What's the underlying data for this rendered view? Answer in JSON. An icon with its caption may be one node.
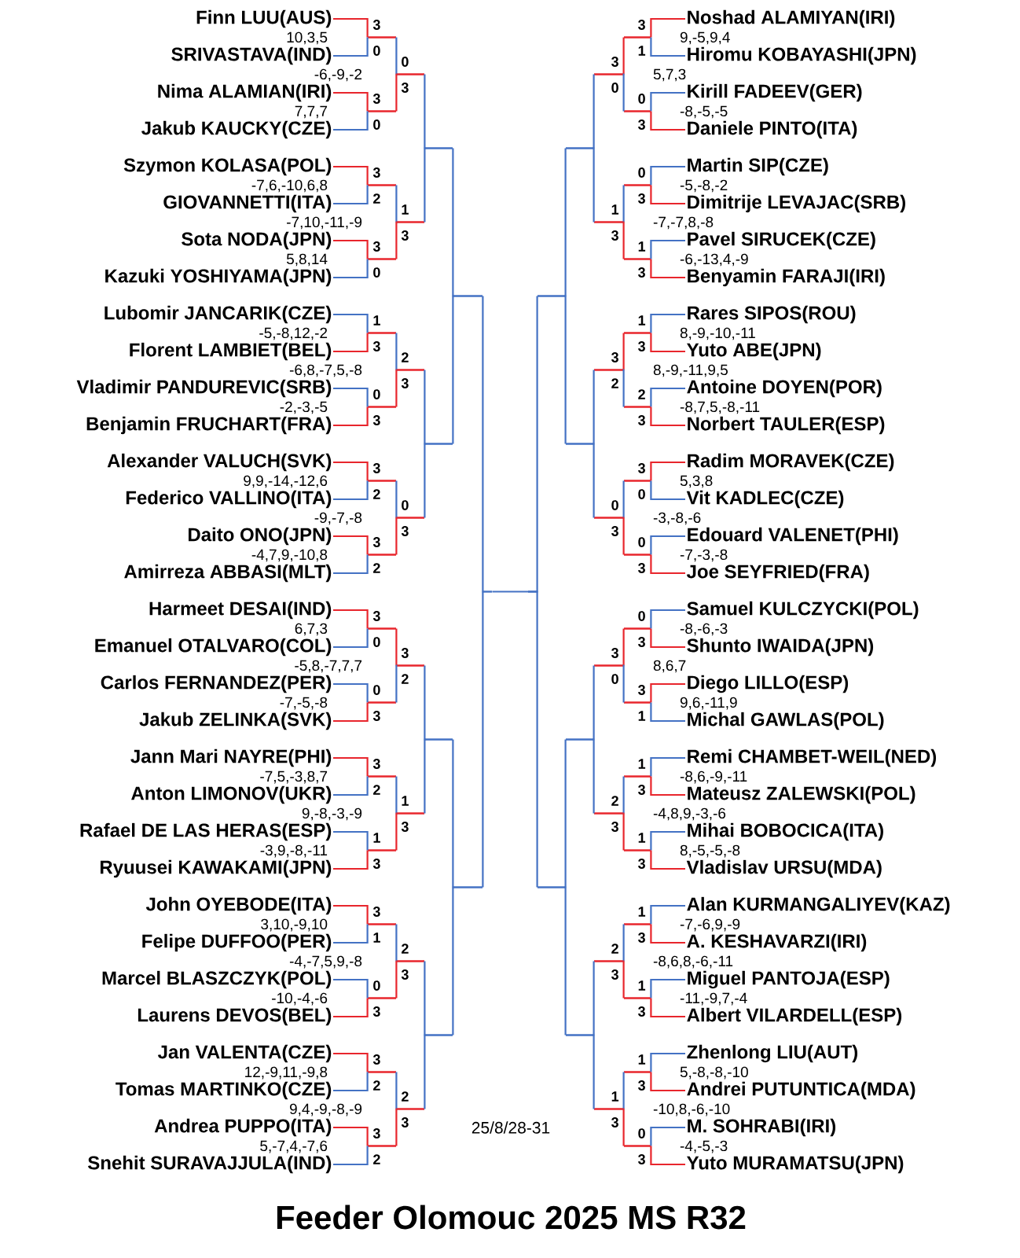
{
  "diagram": {
    "title": "Feeder Olomouc 2025 MS R32",
    "nodes": [
      {
        "text": [
          "Finn LUU(AUS)"
        ]
      },
      {
        "text": [
          "SRIVASTAVA(IND)"
        ]
      },
      {
        "text": [
          "Nima ALAMIAN(IRI)"
        ]
      },
      {
        "text": [
          "Jakub KAUCKY(CZE)"
        ]
      },
      {
        "text": [
          "Szymon KOLASA(POL)"
        ]
      },
      {
        "text": [
          "GIOVANNETTI(ITA)"
        ]
      },
      {
        "text": [
          "Sota NODA(JPN)"
        ]
      },
      {
        "text": [
          "Kazuki YOSHIYAMA(JPN)"
        ]
      },
      {
        "text": [
          "Lubomir JANCARIK(CZE)"
        ]
      },
      {
        "text": [
          "Florent LAMBIET(BEL)"
        ]
      },
      {
        "text": [
          "Vladimir PANDUREVIC(SRB)"
        ]
      },
      {
        "text": [
          "Benjamin FRUCHART(FRA)"
        ]
      },
      {
        "text": [
          "Alexander VALUCH(SVK)"
        ]
      },
      {
        "text": [
          "Federico VALLINO(ITA)"
        ]
      },
      {
        "text": [
          "Daito ONO(JPN)"
        ]
      },
      {
        "text": [
          "Amirreza ABBASI(MLT)"
        ]
      },
      {
        "text": [
          "Harmeet DESAI(IND)"
        ]
      },
      {
        "text": [
          "Emanuel OTALVARO(COL)"
        ]
      },
      {
        "text": [
          "Carlos FERNANDEZ(PER)"
        ]
      },
      {
        "text": [
          "Jakub ZELINKA(SVK)"
        ]
      },
      {
        "text": [
          "Jann Mari NAYRE(PHI)"
        ]
      },
      {
        "text": [
          "Anton LIMONOV(UKR)"
        ]
      },
      {
        "text": [
          "Rafael DE LAS HERAS(ESP)"
        ]
      },
      {
        "text": [
          "Ryuusei KAWAKAMI(JPN)"
        ]
      },
      {
        "text": [
          "John OYEBODE(ITA)"
        ]
      },
      {
        "text": [
          "Felipe DUFFOO(PER)"
        ]
      },
      {
        "text": [
          "Marcel BLASZCZYK(POL)"
        ]
      },
      {
        "text": [
          "Laurens DEVOS(BEL)"
        ]
      },
      {
        "text": [
          "Jan VALENTA(CZE)"
        ]
      },
      {
        "text": [
          "Tomas MARTINKO(CZE)"
        ]
      },
      {
        "text": [
          "Andrea PUPPO(ITA)"
        ]
      },
      {
        "text": [
          "Snehit SURAVAJJULA(IND)"
        ]
      },
      {
        "text": [
          "Noshad ALAMIYAN(IRI)"
        ]
      },
      {
        "text": [
          "Hiromu KOBAYASHI(JPN)"
        ]
      },
      {
        "text": [
          "Kirill FADEEV(GER)"
        ]
      },
      {
        "text": [
          "Daniele PINTO(ITA)"
        ]
      },
      {
        "text": [
          "Martin SIP(CZE)"
        ]
      },
      {
        "text": [
          "Dimitrije LEVAJAC(SRB)"
        ]
      },
      {
        "text": [
          "Pavel SIRUCEK(CZE)"
        ]
      },
      {
        "text": [
          "Benyamin FARAJI(IRI)"
        ]
      },
      {
        "text": [
          "Rares SIPOS(ROU)"
        ]
      },
      {
        "text": [
          "Yuto ABE(JPN)"
        ]
      },
      {
        "text": [
          "Antoine DOYEN(POR)"
        ]
      },
      {
        "text": [
          "Norbert TAULER(ESP)"
        ]
      },
      {
        "text": [
          "Radim MORAVEK(CZE)"
        ]
      },
      {
        "text": [
          "Vit KADLEC(CZE)"
        ]
      },
      {
        "text": [
          "Edouard VALENET(PHI)"
        ]
      },
      {
        "text": [
          "Joe SEYFRIED(FRA)"
        ]
      },
      {
        "text": [
          "Samuel KULCZYCKI(POL)"
        ]
      },
      {
        "text": [
          "Shunto IWAIDA(JPN)"
        ]
      },
      {
        "text": [
          "Diego LILLO(ESP)"
        ]
      },
      {
        "text": [
          "Michal GAWLAS(POL)"
        ]
      },
      {
        "text": [
          "Remi CHAMBET-WEIL(NED)"
        ]
      },
      {
        "text": [
          "Mateusz ZALEWSKI(POL)"
        ]
      },
      {
        "text": [
          "Mihai BOBOCICA(ITA)"
        ]
      },
      {
        "text": [
          "Vladislav URSU(MDA)"
        ]
      },
      {
        "text": [
          "Alan KURMANGALIYEV(KAZ)"
        ]
      },
      {
        "text": [
          "A. KESHAVARZI(IRI)"
        ]
      },
      {
        "text": [
          "Miguel PANTOJA(ESP)"
        ]
      },
      {
        "text": [
          "Albert VILARDELL(ESP)"
        ]
      },
      {
        "text": [
          "Zhenlong LIU(AUT)"
        ]
      },
      {
        "text": [
          "Andrei PUTUNTICA(MDA)"
        ]
      },
      {
        "text": [
          "M. SOHRABI(IRI)"
        ]
      },
      {
        "text": [
          "Yuto MURAMATSU(JPN)"
        ]
      },
      {
        "text": [],
        "shape": "bar"
      },
      {
        "text": [],
        "shape": "bar"
      },
      {
        "text": [],
        "shape": "bar"
      },
      {
        "text": [],
        "shape": "bar"
      },
      {
        "text": [],
        "shape": "bar"
      },
      {
        "text": [],
        "shape": "bar"
      },
      {
        "text": [],
        "shape": "bar"
      },
      {
        "text": [],
        "shape": "bar"
      },
      {
        "text": [],
        "shape": "bar"
      },
      {
        "text": [],
        "shape": "bar"
      },
      {
        "text": [],
        "shape": "bar"
      },
      {
        "text": [],
        "shape": "bar"
      },
      {
        "text": [],
        "shape": "bar"
      },
      {
        "text": [],
        "shape": "bar"
      },
      {
        "text": [],
        "shape": "bar"
      },
      {
        "text": [],
        "shape": "bar"
      },
      {
        "text": [],
        "shape": "bar"
      },
      {
        "text": [],
        "shape": "bar"
      },
      {
        "text": [],
        "shape": "bar"
      },
      {
        "text": [],
        "shape": "bar"
      },
      {
        "text": [],
        "shape": "bar"
      },
      {
        "text": [],
        "shape": "bar"
      },
      {
        "text": [],
        "shape": "bar"
      },
      {
        "text": [],
        "shape": "bar"
      },
      {
        "text": [],
        "shape": "bar"
      },
      {
        "text": [],
        "shape": "bar"
      },
      {
        "text": [],
        "shape": "bar"
      },
      {
        "text": [],
        "shape": "bar"
      },
      {
        "text": [],
        "shape": "bar"
      },
      {
        "text": [],
        "shape": "bar"
      },
      {
        "text": [],
        "shape": "bar"
      },
      {
        "text": [],
        "shape": "bar"
      },
      {
        "text": [],
        "shape": "bar"
      },
      {
        "text": [],
        "shape": "bar"
      },
      {
        "text": [],
        "shape": "bar"
      },
      {
        "text": [],
        "shape": "bar"
      },
      {
        "text": [],
        "shape": "bar"
      },
      {
        "text": [],
        "shape": "bar"
      },
      {
        "text": [],
        "shape": "bar"
      },
      {
        "text": [],
        "shape": "bar"
      },
      {
        "text": [],
        "shape": "bar"
      },
      {
        "text": [],
        "shape": "bar"
      },
      {
        "text": [],
        "shape": "bar"
      },
      {
        "text": [],
        "shape": "bar"
      },
      {
        "text": [],
        "shape": "bar"
      },
      {
        "text": [],
        "shape": "bar"
      },
      {
        "text": [],
        "shape": "bar"
      },
      {
        "text": [],
        "shape": "bar"
      },
      {
        "text": [],
        "shape": "bar"
      },
      {
        "text": [],
        "shape": "bar"
      },
      {
        "text": [],
        "shape": "bar"
      },
      {
        "text": [],
        "shape": "bar"
      },
      {
        "text": [],
        "shape": "bar"
      },
      {
        "text": [],
        "shape": "bar"
      },
      {
        "text": [],
        "shape": "bar"
      },
      {
        "text": [],
        "shape": "bar"
      },
      {
        "text": [],
        "shape": "bar"
      },
      {
        "text": [],
        "shape": "bar"
      },
      {
        "text": [],
        "shape": "bar"
      },
      {
        "text": [],
        "shape": "bar"
      },
      {
        "text": [],
        "shape": "bar"
      },
      {
        "text": [],
        "shape": "bar"
      }
    ],
    "edges": [
      {
        "from": 0,
        "to": 64,
        "arrow": "none",
        "label": "3",
        "color": "#e8262d"
      },
      {
        "from": 1,
        "to": 64,
        "arrow": "none",
        "label": "0"
      },
      {
        "from": 2,
        "to": 65,
        "arrow": "none",
        "label": "3",
        "color": "#e8262d"
      },
      {
        "from": 3,
        "to": 65,
        "arrow": "none",
        "label": "0"
      },
      {
        "from": 4,
        "to": 66,
        "arrow": "none",
        "label": "3",
        "color": "#e8262d"
      },
      {
        "from": 5,
        "to": 66,
        "arrow": "none",
        "label": "2"
      },
      {
        "from": 6,
        "to": 67,
        "arrow": "none",
        "label": "3",
        "color": "#e8262d"
      },
      {
        "from": 7,
        "to": 67,
        "arrow": "none",
        "label": "0"
      },
      {
        "from": 8,
        "to": 68,
        "arrow": "none",
        "label": "1"
      },
      {
        "from": 9,
        "to": 68,
        "arrow": "none",
        "label": "3",
        "color": "#e8262d"
      },
      {
        "from": 10,
        "to": 69,
        "arrow": "none",
        "label": "0"
      },
      {
        "from": 11,
        "to": 69,
        "arrow": "none",
        "label": "3",
        "color": "#e8262d"
      },
      {
        "from": 12,
        "to": 70,
        "arrow": "none",
        "label": "3",
        "color": "#e8262d"
      },
      {
        "from": 13,
        "to": 70,
        "arrow": "none",
        "label": "2"
      },
      {
        "from": 14,
        "to": 71,
        "arrow": "none",
        "label": "3",
        "color": "#e8262d"
      },
      {
        "from": 15,
        "to": 71,
        "arrow": "none",
        "label": "2"
      },
      {
        "from": 16,
        "to": 72,
        "arrow": "none",
        "label": "3",
        "color": "#e8262d"
      },
      {
        "from": 17,
        "to": 72,
        "arrow": "none",
        "label": "0"
      },
      {
        "from": 18,
        "to": 73,
        "arrow": "none",
        "label": "0"
      },
      {
        "from": 19,
        "to": 73,
        "arrow": "none",
        "label": "3",
        "color": "#e8262d"
      },
      {
        "from": 20,
        "to": 74,
        "arrow": "none",
        "label": "3",
        "color": "#e8262d"
      },
      {
        "from": 21,
        "to": 74,
        "arrow": "none",
        "label": "2"
      },
      {
        "from": 22,
        "to": 75,
        "arrow": "none",
        "label": "1"
      },
      {
        "from": 23,
        "to": 75,
        "arrow": "none",
        "label": "3",
        "color": "#e8262d"
      },
      {
        "from": 24,
        "to": 76,
        "arrow": "none",
        "label": "3",
        "color": "#e8262d"
      },
      {
        "from": 25,
        "to": 76,
        "arrow": "none",
        "label": "1"
      },
      {
        "from": 26,
        "to": 77,
        "arrow": "none",
        "label": "0"
      },
      {
        "from": 27,
        "to": 77,
        "arrow": "none",
        "label": "3",
        "color": "#e8262d"
      },
      {
        "from": 28,
        "to": 78,
        "arrow": "none",
        "label": "3",
        "color": "#e8262d"
      },
      {
        "from": 29,
        "to": 78,
        "arrow": "none",
        "label": "2"
      },
      {
        "from": 30,
        "to": 79,
        "arrow": "none",
        "label": "3",
        "color": "#e8262d"
      },
      {
        "from": 31,
        "to": 79,
        "arrow": "none",
        "label": "2"
      },
      {
        "from": 64,
        "to": 80,
        "arrow": "none",
        "label": "0"
      },
      {
        "from": 65,
        "to": 80,
        "arrow": "none",
        "label": "3",
        "color": "#e8262d"
      },
      {
        "from": 66,
        "to": 81,
        "arrow": "none",
        "label": "1"
      },
      {
        "from": 67,
        "to": 81,
        "arrow": "none",
        "label": "3",
        "color": "#e8262d"
      },
      {
        "from": 68,
        "to": 82,
        "arrow": "none",
        "label": "2"
      },
      {
        "from": 69,
        "to": 82,
        "arrow": "none",
        "label": "3",
        "color": "#e8262d"
      },
      {
        "from": 70,
        "to": 83,
        "arrow": "none",
        "label": "0"
      },
      {
        "from": 71,
        "to": 83,
        "arrow": "none",
        "label": "3",
        "color": "#e8262d"
      },
      {
        "from": 72,
        "to": 84,
        "arrow": "none",
        "label": "3",
        "color": "#e8262d"
      },
      {
        "from": 73,
        "to": 84,
        "arrow": "none",
        "label": "2"
      },
      {
        "from": 74,
        "to": 85,
        "arrow": "none",
        "label": "1"
      },
      {
        "from": 75,
        "to": 85,
        "arrow": "none",
        "label": "3",
        "color": "#e8262d"
      },
      {
        "from": 76,
        "to": 86,
        "arrow": "none",
        "label": "2"
      },
      {
        "from": 77,
        "to": 86,
        "arrow": "none",
        "label": "3",
        "color": "#e8262d"
      },
      {
        "from": 78,
        "to": 87,
        "arrow": "none",
        "label": "2"
      },
      {
        "from": 79,
        "to": 87,
        "arrow": "none",
        "label": "3",
        "color": "#e8262d"
      },
      {
        "from": 80,
        "to": 88,
        "arrow": "none"
      },
      {
        "from": 81,
        "to": 88,
        "arrow": "none"
      },
      {
        "from": 82,
        "to": 89,
        "arrow": "none"
      },
      {
        "from": 83,
        "to": 89,
        "arrow": "none"
      },
      {
        "from": 84,
        "to": 90,
        "arrow": "none"
      },
      {
        "from": 85,
        "to": 90,
        "arrow": "none"
      },
      {
        "from": 86,
        "to": 91,
        "arrow": "none"
      },
      {
        "from": 87,
        "to": 91,
        "arrow": "none"
      },
      {
        "from": 88,
        "to": 92,
        "arrow": "none"
      },
      {
        "from": 89,
        "to": 92,
        "arrow": "none"
      },
      {
        "from": 90,
        "to": 93,
        "arrow": "none"
      },
      {
        "from": 91,
        "to": 93,
        "arrow": "none"
      },
      {
        "from": 92,
        "to": 94,
        "arrow": "none"
      },
      {
        "from": 93,
        "to": 94,
        "arrow": "none"
      },
      {
        "from": 32,
        "to": 95,
        "arrow": "none",
        "label": "3",
        "color": "#e8262d"
      },
      {
        "from": 33,
        "to": 95,
        "arrow": "none",
        "label": "1"
      },
      {
        "from": 34,
        "to": 96,
        "arrow": "none",
        "label": "0"
      },
      {
        "from": 35,
        "to": 96,
        "arrow": "none",
        "label": "3",
        "color": "#e8262d"
      },
      {
        "from": 36,
        "to": 97,
        "arrow": "none",
        "label": "0"
      },
      {
        "from": 37,
        "to": 97,
        "arrow": "none",
        "label": "3",
        "color": "#e8262d"
      },
      {
        "from": 38,
        "to": 98,
        "arrow": "none",
        "label": "1"
      },
      {
        "from": 39,
        "to": 98,
        "arrow": "none",
        "label": "3",
        "color": "#e8262d"
      },
      {
        "from": 40,
        "to": 99,
        "arrow": "none",
        "label": "1"
      },
      {
        "from": 41,
        "to": 99,
        "arrow": "none",
        "label": "3",
        "color": "#e8262d"
      },
      {
        "from": 42,
        "to": 100,
        "arrow": "none",
        "label": "2"
      },
      {
        "from": 43,
        "to": 100,
        "arrow": "none",
        "label": "3",
        "color": "#e8262d"
      },
      {
        "from": 44,
        "to": 101,
        "arrow": "none",
        "label": "3",
        "color": "#e8262d"
      },
      {
        "from": 45,
        "to": 101,
        "arrow": "none",
        "label": "0"
      },
      {
        "from": 46,
        "to": 102,
        "arrow": "none",
        "label": "0"
      },
      {
        "from": 47,
        "to": 102,
        "arrow": "none",
        "label": "3",
        "color": "#e8262d"
      },
      {
        "from": 48,
        "to": 103,
        "arrow": "none",
        "label": "0"
      },
      {
        "from": 49,
        "to": 103,
        "arrow": "none",
        "label": "3",
        "color": "#e8262d"
      },
      {
        "from": 50,
        "to": 104,
        "arrow": "none",
        "label": "3",
        "color": "#e8262d"
      },
      {
        "from": 51,
        "to": 104,
        "arrow": "none",
        "label": "1"
      },
      {
        "from": 52,
        "to": 105,
        "arrow": "none",
        "label": "1"
      },
      {
        "from": 53,
        "to": 105,
        "arrow": "none",
        "label": "3",
        "color": "#e8262d"
      },
      {
        "from": 54,
        "to": 106,
        "arrow": "none",
        "label": "1"
      },
      {
        "from": 55,
        "to": 106,
        "arrow": "none",
        "label": "3",
        "color": "#e8262d"
      },
      {
        "from": 56,
        "to": 107,
        "arrow": "none",
        "label": "1"
      },
      {
        "from": 57,
        "to": 107,
        "arrow": "none",
        "label": "3",
        "color": "#e8262d"
      },
      {
        "from": 58,
        "to": 108,
        "arrow": "none",
        "label": "1"
      },
      {
        "from": 59,
        "to": 108,
        "arrow": "none",
        "label": "3",
        "color": "#e8262d"
      },
      {
        "from": 60,
        "to": 109,
        "arrow": "none",
        "label": "1"
      },
      {
        "from": 61,
        "to": 109,
        "arrow": "none",
        "label": "3",
        "color": "#e8262d"
      },
      {
        "from": 62,
        "to": 110,
        "arrow": "none",
        "label": "0"
      },
      {
        "from": 63,
        "to": 110,
        "arrow": "none",
        "label": "3",
        "color": "#e8262d"
      },
      {
        "from": 95,
        "to": 111,
        "arrow": "none",
        "label": "3",
        "color": "#e8262d"
      },
      {
        "from": 96,
        "to": 111,
        "arrow": "none",
        "label": "0"
      },
      {
        "from": 97,
        "to": 112,
        "arrow": "none",
        "label": "1"
      },
      {
        "from": 98,
        "to": 112,
        "arrow": "none",
        "label": "3",
        "color": "#e8262d"
      },
      {
        "from": 99,
        "to": 113,
        "arrow": "none",
        "label": "3",
        "color": "#e8262d"
      },
      {
        "from": 100,
        "to": 113,
        "arrow": "none",
        "label": "2"
      },
      {
        "from": 101,
        "to": 114,
        "arrow": "none",
        "label": "0"
      },
      {
        "from": 102,
        "to": 114,
        "arrow": "none",
        "label": "3",
        "color": "#e8262d"
      },
      {
        "from": 103,
        "to": 115,
        "arrow": "none",
        "label": "3",
        "color": "#e8262d"
      },
      {
        "from": 104,
        "to": 115,
        "arrow": "none",
        "label": "0"
      },
      {
        "from": 105,
        "to": 116,
        "arrow": "none",
        "label": "2"
      },
      {
        "from": 106,
        "to": 116,
        "arrow": "none",
        "label": "3",
        "color": "#e8262d"
      },
      {
        "from": 107,
        "to": 117,
        "arrow": "none",
        "label": "2"
      },
      {
        "from": 108,
        "to": 117,
        "arrow": "none",
        "label": "3",
        "color": "#e8262d"
      },
      {
        "from": 109,
        "to": 118,
        "arrow": "none",
        "label": "1"
      },
      {
        "from": 110,
        "to": 118,
        "arrow": "none",
        "label": "3",
        "color": "#e8262d"
      },
      {
        "from": 111,
        "to": 119,
        "arrow": "none"
      },
      {
        "from": 112,
        "to": 119,
        "arrow": "none"
      },
      {
        "from": 113,
        "to": 120,
        "arrow": "none"
      },
      {
        "from": 114,
        "to": 120,
        "arrow": "none"
      },
      {
        "from": 115,
        "to": 121,
        "arrow": "none"
      },
      {
        "from": 116,
        "to": 121,
        "arrow": "none"
      },
      {
        "from": 117,
        "to": 122,
        "arrow": "none"
      },
      {
        "from": 118,
        "to": 122,
        "arrow": "none"
      },
      {
        "from": 119,
        "to": 123,
        "arrow": "none"
      },
      {
        "from": 120,
        "to": 123,
        "arrow": "none"
      },
      {
        "from": 121,
        "to": 124,
        "arrow": "none"
      },
      {
        "from": 122,
        "to": 124,
        "arrow": "none"
      },
      {
        "from": 123,
        "to": 125,
        "arrow": "none"
      },
      {
        "from": 124,
        "to": 125,
        "arrow": "none"
      },
      {
        "from": 94,
        "to": 125,
        "arrow": "none"
      }
    ],
    "labels": [
      "10,3,5",
      "-6,-9,-2",
      "7,7,7",
      "-7,6,-10,6,8",
      "-7,10,-11,-9",
      "5,8,14",
      "-5,-8,12,-2",
      "-6,8,-7,5,-8",
      "-2,-3,-5",
      "9,9,-14,-12,6",
      "-9,-7,-8",
      "-4,7,9,-10,8",
      "6,7,3",
      "-5,8,-7,7,7",
      "-7,-5,-8",
      "-7,5,-3,8,7",
      "9,-8,-3,-9",
      "-3,9,-8,-11",
      "3,10,-9,10",
      "-4,-7,5,9,-8",
      "-10,-4,-6",
      "12,-9,11,-9,8",
      "9,4,-9,-8,-9",
      "5,-7,4,-7,6",
      "9,-5,9,4",
      "5,7,3",
      "-8,-5,-5",
      "-5,-8,-2",
      "-7,-7,8,-8",
      "-6,-13,4,-9",
      "8,-9,-10,-11",
      "8,-9,-11,9,5",
      "-8,7,5,-8,-11",
      "5,3,8",
      "-3,-8,-6",
      "-7,-3,-8",
      "-8,-6,-3",
      "8,6,7",
      "9,6,-11,9",
      "-8,6,-9,-11",
      "-4,8,9,-3,-6",
      "8,-5,-5,-8",
      "-7,-6,9,-9",
      "-8,6,8,-6,-11",
      "-11,-9,7,-4",
      "5,-8,-8,-10",
      "-10,8,-6,-10",
      "-4,-5,-3",
      "25/8/28-31"
    ]
  }
}
